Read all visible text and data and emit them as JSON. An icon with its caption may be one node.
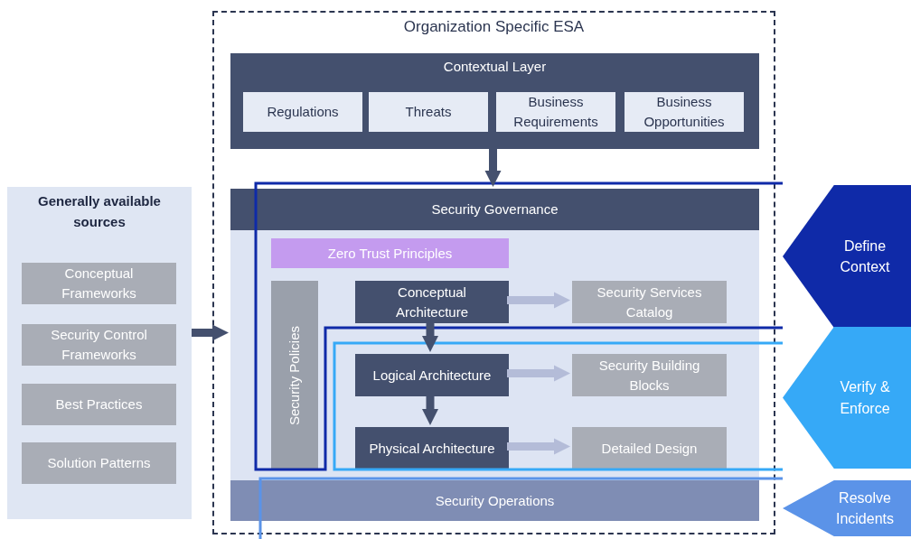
{
  "diagram": {
    "nodes": [
      {
        "text": [
          "Organization Specific ESA"
        ]
      },
      {
        "text": [
          "Contextual Layer"
        ],
        "in": 0
      },
      {
        "text": [
          "Regulations"
        ],
        "in": 1
      },
      {
        "text": [
          "Threats"
        ],
        "in": 1
      },
      {
        "text": [
          "Business Requirements"
        ],
        "in": 1
      },
      {
        "text": [
          "Business Opportunities"
        ],
        "in": 1
      },
      {
        "text": [
          "Security Governance"
        ],
        "in": 0
      },
      {
        "text": [
          "Zero Trust Principles"
        ],
        "in": 6
      },
      {
        "text": [
          "Security Policies"
        ],
        "in": 6
      },
      {
        "text": [
          "Conceptual Architecture"
        ],
        "in": 6
      },
      {
        "text": [
          "Security Services Catalog"
        ],
        "in": 6
      },
      {
        "text": [
          "Logical Architecture"
        ],
        "in": 6
      },
      {
        "text": [
          "Security Building Blocks"
        ],
        "in": 6
      },
      {
        "text": [
          "Physical Architecture"
        ],
        "in": 6
      },
      {
        "text": [
          "Detailed Design"
        ],
        "in": 6
      },
      {
        "text": [
          "Security Operations"
        ],
        "in": 0
      },
      {
        "text": [
          "Generally available sources"
        ]
      },
      {
        "text": [
          "Conceptual Frameworks"
        ],
        "in": 16
      },
      {
        "text": [
          "Security Control Frameworks"
        ],
        "in": 16
      },
      {
        "text": [
          "Best Practices"
        ],
        "in": 16
      },
      {
        "text": [
          "Solution Patterns"
        ],
        "in": 16
      },
      {
        "text": [
          "Define Context"
        ]
      },
      {
        "text": [
          "Verify & Enforce"
        ]
      },
      {
        "text": [
          "Resolve Incidents"
        ]
      }
    ],
    "edges": [
      {
        "from": 1,
        "to": 6,
        "arrow": "to"
      },
      {
        "from": 16,
        "to": 6,
        "arrow": "to"
      },
      {
        "from": 9,
        "to": 10,
        "arrow": "to",
        "color": "#b4bcd8"
      },
      {
        "from": 9,
        "to": 11,
        "arrow": "to"
      },
      {
        "from": 11,
        "to": 12,
        "arrow": "to",
        "color": "#b4bcd8"
      },
      {
        "from": 11,
        "to": 13,
        "arrow": "to"
      },
      {
        "from": 13,
        "to": 14,
        "arrow": "to",
        "color": "#b4bcd8"
      }
    ]
  }
}
